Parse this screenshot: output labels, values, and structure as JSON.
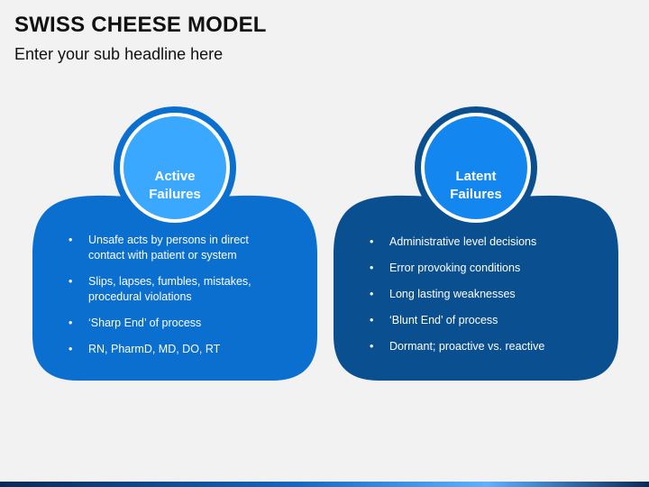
{
  "header": {
    "title": "SWISS CHEESE MODEL",
    "subtitle": "Enter your sub headline here"
  },
  "colors": {
    "active_body": "#0b6fd0",
    "active_circle": "#3aa8ff",
    "latent_body": "#0a4f8f",
    "latent_circle": "#1486f0",
    "ring": "#ffffff"
  },
  "panels": [
    {
      "heading_line1": "Active",
      "heading_line2": "Failures",
      "items": [
        "Unsafe acts by persons in direct contact with patient or system",
        "Slips, lapses, fumbles, mistakes, procedural violations",
        "‘Sharp End’ of process",
        "RN, PharmD, MD, DO, RT"
      ]
    },
    {
      "heading_line1": "Latent",
      "heading_line2": "Failures",
      "items": [
        "Administrative level decisions",
        "Error provoking conditions",
        "Long lasting weaknesses",
        "‘Blunt End’ of process",
        "Dormant; proactive vs. reactive"
      ]
    }
  ]
}
